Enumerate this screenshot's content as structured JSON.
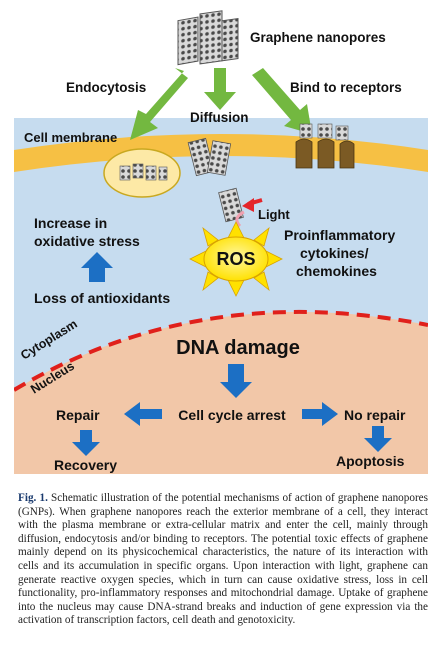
{
  "labels": {
    "graphene_nanopores": "Graphene nanopores",
    "endocytosis": "Endocytosis",
    "bind_to_receptors": "Bind to receptors",
    "diffusion": "Diffusion",
    "cell_membrane": "Cell membrane",
    "light": "Light",
    "increase_line1": "Increase in",
    "increase_line2": "oxidative stress",
    "ros": "ROS",
    "proinflam_line1": "Proinflammatory",
    "proinflam_line2": "cytokines/",
    "proinflam_line3": "chemokines",
    "loss_antioxidants": "Loss of antioxidants",
    "cytoplasm": "Cytoplasm",
    "nucleus": "Nucleus",
    "dna_damage": "DNA damage",
    "repair": "Repair",
    "cell_cycle_arrest": "Cell cycle arrest",
    "no_repair": "No repair",
    "recovery": "Recovery",
    "apoptosis": "Apoptosis"
  },
  "caption": {
    "label": "Fig. 1.",
    "text": "Schematic illustration of the potential mechanisms of action of graphene nanopores (GNPs). When graphene nanopores reach the exterior membrane of a cell, they interact with the plasma membrane or extra-cellular matrix and enter the cell, mainly through diffusion, endocytosis and/or binding to receptors. The potential toxic effects of graphene mainly depend on its physicochemical characteristics, the nature of its interaction with cells and its accumulation in specific organs. Upon interaction with light, graphene can generate reactive oxygen species, which in turn can cause oxidative stress, loss in cell functionality, pro-inflammatory responses and mitochondrial damage. Uptake of graphene into the nucleus may cause DNA-strand breaks and induction of gene expression via the activation of transcription factors, cell death and genotoxicity."
  },
  "colors": {
    "cytoplasm": "#c6dcef",
    "membrane": "#f6c044",
    "nucleus": "#f2c7a8",
    "nuclear_envelope": "#e0201b",
    "entry_arrows": "#73b840",
    "process_arrows": "#1c6fc4",
    "ros_sun": "#ffe100",
    "receptor": "#7b5a24",
    "caption_label": "#1a3a6e"
  }
}
